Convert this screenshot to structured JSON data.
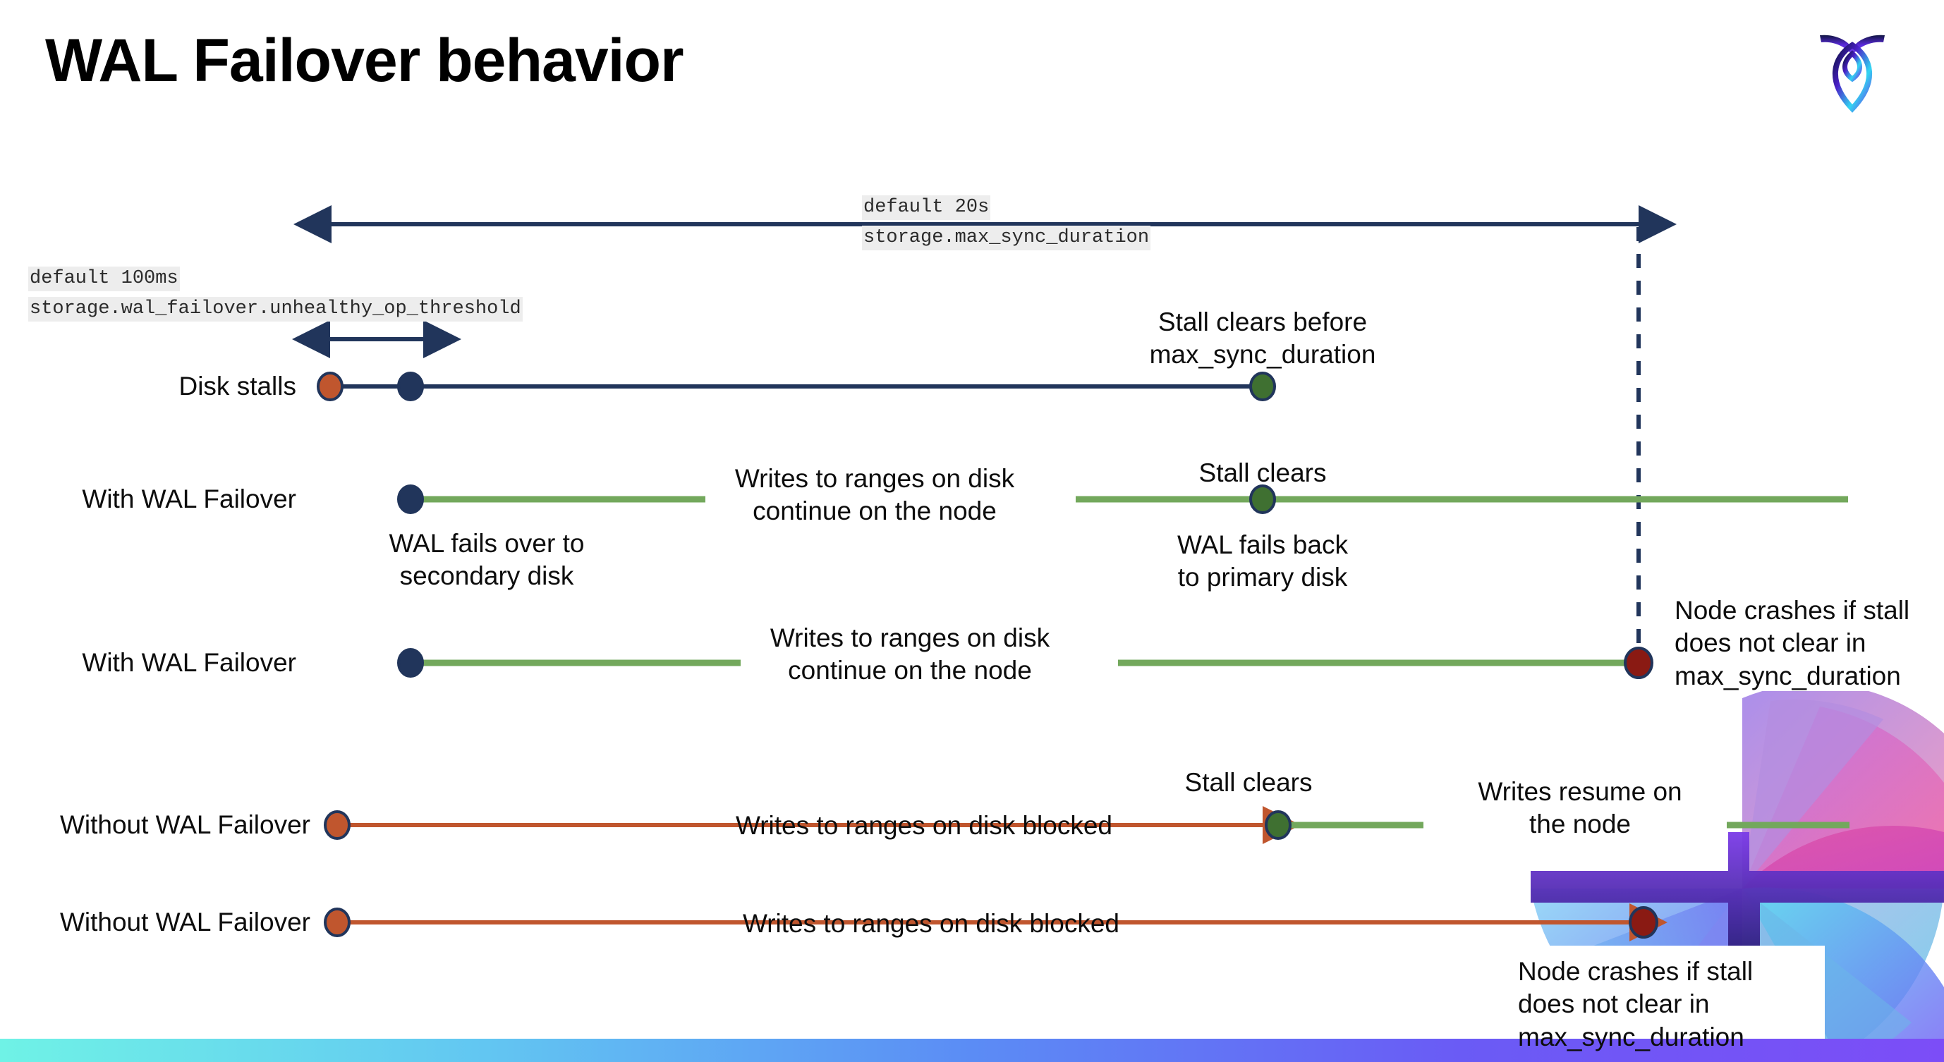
{
  "slide": {
    "title": "WAL Failover behavior",
    "logo_name": "cockroachdb-logo"
  },
  "code_labels": {
    "max_sync": {
      "line1": "default 20s",
      "line2": "storage.max_sync_duration"
    },
    "unhealthy": {
      "line1": "default 100ms",
      "line2": "storage.wal_failover.unhealthy_op_threshold"
    }
  },
  "rows": [
    {
      "label": "Disk stalls"
    },
    {
      "label": "With WAL Failover"
    },
    {
      "label": "With WAL Failover"
    },
    {
      "label": "Without WAL Failover"
    },
    {
      "label": "Without WAL Failover"
    }
  ],
  "annotations": {
    "stall_clears_before": "Stall clears before\nmax_sync_duration",
    "stall_clears_1": "Stall clears",
    "writes_continue_1": "Writes to ranges on disk\ncontinue on the node",
    "wal_fails_over": "WAL fails over to\nsecondary disk",
    "wal_fails_back": "WAL fails  back\nto primary disk",
    "writes_continue_2": "Writes to ranges on disk\ncontinue on the node",
    "node_crashes_1": "Node crashes if stall\ndoes not clear in\nmax_sync_duration",
    "writes_blocked_1": "Writes to ranges on disk  blocked",
    "stall_clears_2": "Stall clears",
    "writes_resume": "Writes resume on\nthe node",
    "writes_blocked_2": "Writes to ranges on disk  blocked",
    "node_crashes_2": "Node crashes if stall\ndoes not clear in\nmax_sync_duration"
  },
  "colors": {
    "navy": "#21355B",
    "green_line": "#73A85C",
    "green_dot": "#3F7031",
    "orange": "#C0562E",
    "dark_red": "#8A1A13",
    "code_bg": "#EDEDED",
    "bar_start": "#6FF2E6",
    "bar_end": "#7C4DF7"
  }
}
